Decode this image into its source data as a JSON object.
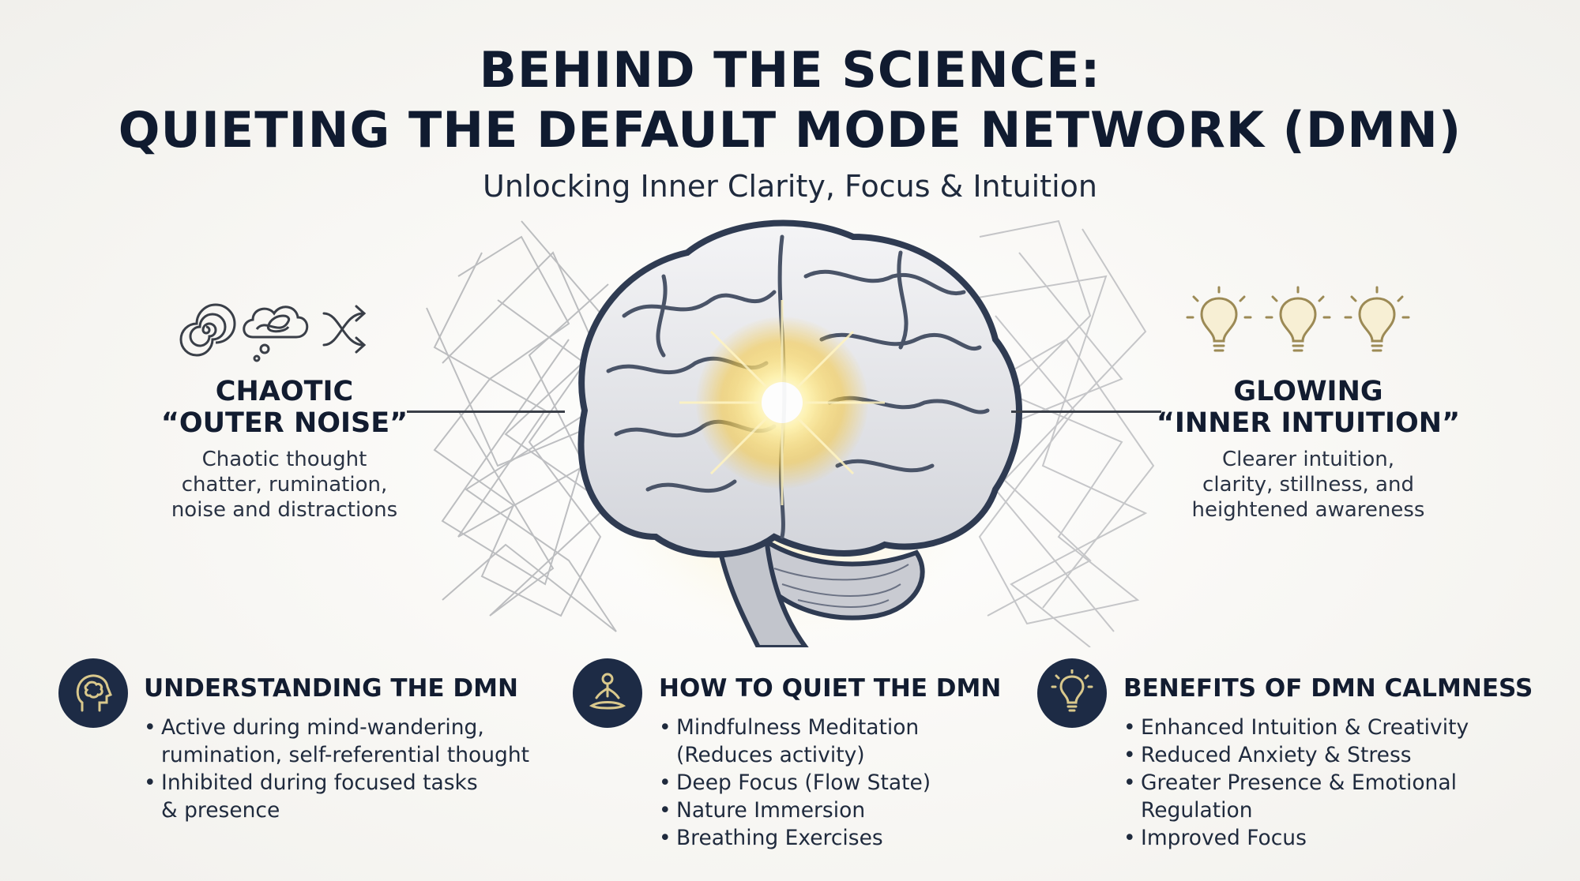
{
  "header": {
    "title_line1": "BEHIND THE SCIENCE:",
    "title_line2": "QUIETING THE DEFAULT MODE NETWORK (DMN)",
    "subtitle": "Unlocking Inner Clarity, Focus & Intuition"
  },
  "left_panel": {
    "icons": [
      "spiral-icon",
      "tangled-thought-cloud-icon",
      "shuffle-arrows-icon"
    ],
    "heading_line1": "CHAOTIC",
    "heading_line2": "“OUTER NOISE”",
    "description_lines": [
      "Chaotic thought",
      "chatter, rumination,",
      "noise and distractions"
    ]
  },
  "right_panel": {
    "icons": [
      "lightbulb-icon",
      "lightbulb-icon",
      "lightbulb-icon"
    ],
    "heading_line1": "GLOWING",
    "heading_line2": "“INNER INTUITION”",
    "description_lines": [
      "Clearer intuition,",
      "clarity, stillness, and",
      "heightened awareness"
    ]
  },
  "colors": {
    "navy": "#1d2b45",
    "title": "#101b30",
    "glow": "#f5c842",
    "bulb": "#9c8a55"
  },
  "sections": [
    {
      "icon": "head-brain-icon",
      "title": "UNDERSTANDING THE DMN",
      "items": [
        [
          "Active during mind-wandering,",
          "rumination, self-referential thought"
        ],
        [
          "Inhibited during focused tasks",
          "& presence"
        ]
      ]
    },
    {
      "icon": "meditation-icon",
      "title": "HOW TO QUIET THE DMN",
      "items": [
        [
          "Mindfulness Meditation",
          "(Reduces activity)"
        ],
        [
          "Deep Focus (Flow State)"
        ],
        [
          "Nature Immersion"
        ],
        [
          "Breathing Exercises"
        ]
      ]
    },
    {
      "icon": "lightbulb-icon",
      "title": "BENEFITS OF DMN CALMNESS",
      "items": [
        [
          "Enhanced Intuition & Creativity"
        ],
        [
          "Reduced Anxiety & Stress"
        ],
        [
          "Greater Presence & Emotional",
          "Regulation"
        ],
        [
          "Improved Focus"
        ]
      ]
    }
  ]
}
